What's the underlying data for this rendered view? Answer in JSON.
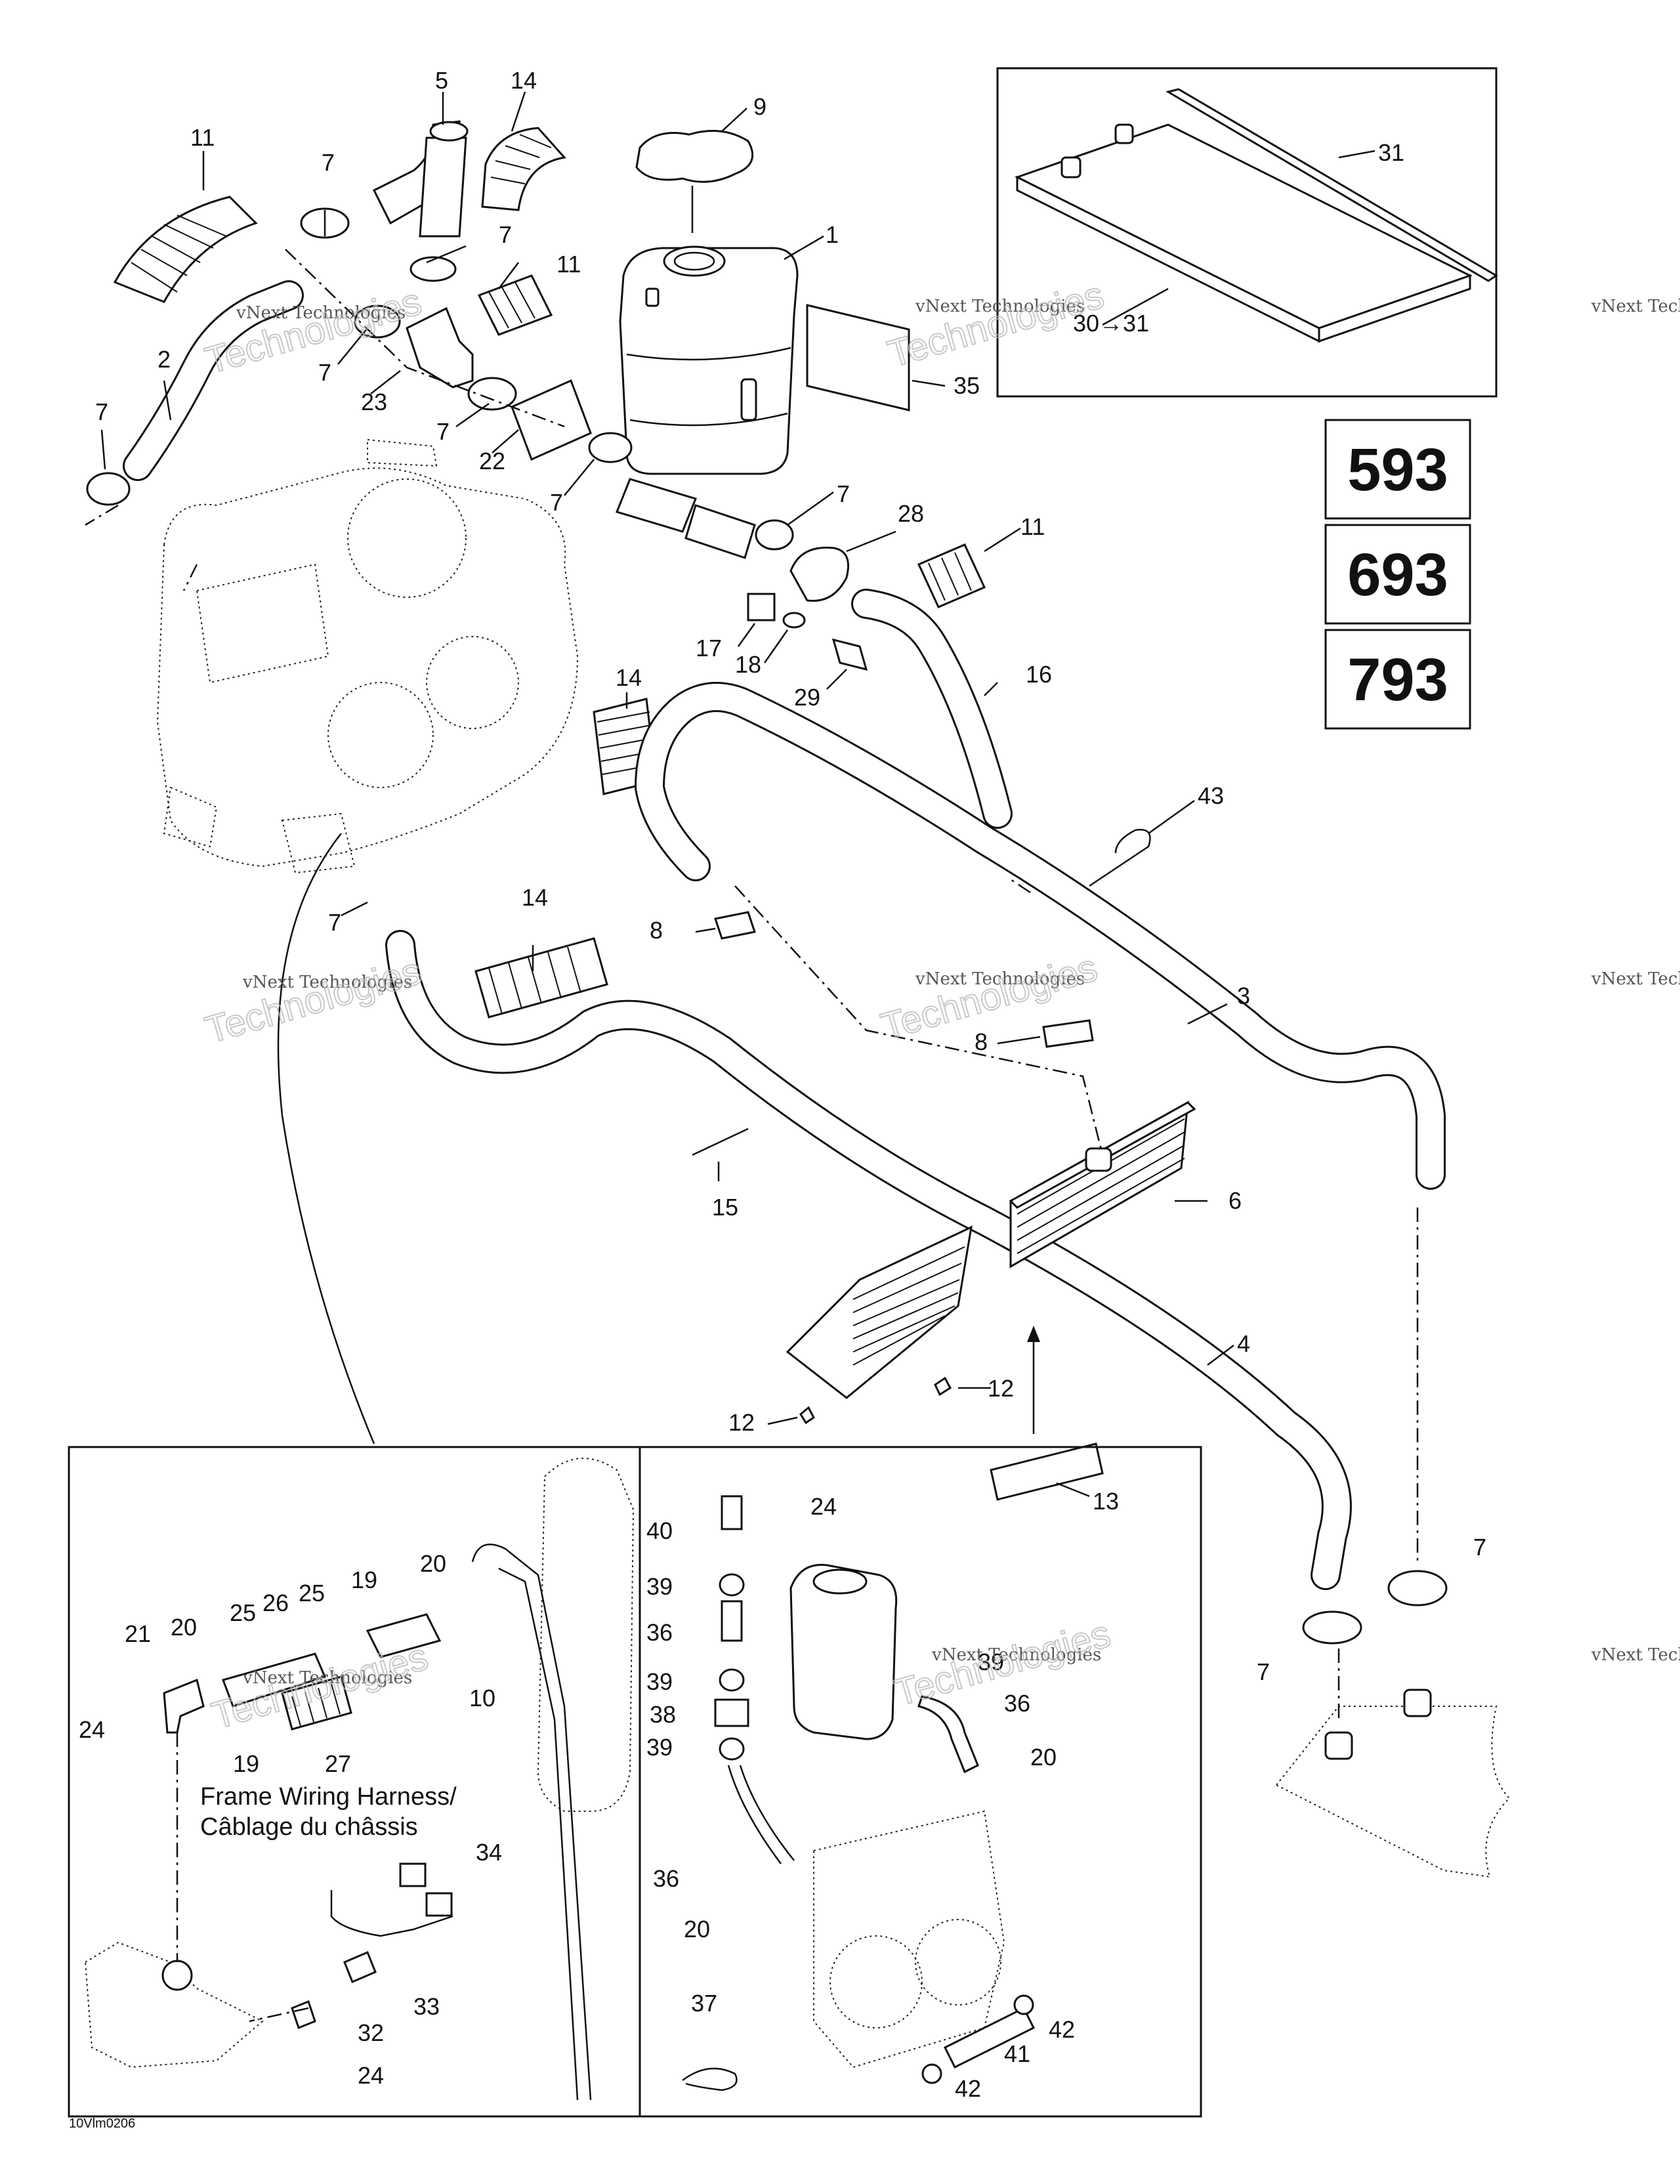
{
  "diagram": {
    "model_codes": [
      "593",
      "693",
      "793"
    ],
    "wiring_label_line1": "Frame Wiring Harness/",
    "wiring_label_line2": "Câblage du châssis",
    "drawing_code": "10Vlm0206",
    "watermark_line1": "vNext Technologies",
    "watermark_line2": "Technologies"
  },
  "callouts": [
    {
      "id": "c-1",
      "text": "1"
    },
    {
      "id": "c-2",
      "text": "2"
    },
    {
      "id": "c-3",
      "text": "3"
    },
    {
      "id": "c-4",
      "text": "4"
    },
    {
      "id": "c-5",
      "text": "5"
    },
    {
      "id": "c-6",
      "text": "6"
    },
    {
      "id": "c-7a",
      "text": "7"
    },
    {
      "id": "c-7b",
      "text": "7"
    },
    {
      "id": "c-7c",
      "text": "7"
    },
    {
      "id": "c-7d",
      "text": "7"
    },
    {
      "id": "c-7e",
      "text": "7"
    },
    {
      "id": "c-7f",
      "text": "7"
    },
    {
      "id": "c-7g",
      "text": "7"
    },
    {
      "id": "c-7h",
      "text": "7"
    },
    {
      "id": "c-7i",
      "text": "7"
    },
    {
      "id": "c-7j",
      "text": "7"
    },
    {
      "id": "c-8a",
      "text": "8"
    },
    {
      "id": "c-8b",
      "text": "8"
    },
    {
      "id": "c-9",
      "text": "9"
    },
    {
      "id": "c-10",
      "text": "10"
    },
    {
      "id": "c-11a",
      "text": "11"
    },
    {
      "id": "c-11b",
      "text": "11"
    },
    {
      "id": "c-11c",
      "text": "11"
    },
    {
      "id": "c-12a",
      "text": "12"
    },
    {
      "id": "c-12b",
      "text": "12"
    },
    {
      "id": "c-13",
      "text": "13"
    },
    {
      "id": "c-14a",
      "text": "14"
    },
    {
      "id": "c-14b",
      "text": "14"
    },
    {
      "id": "c-14c",
      "text": "14"
    },
    {
      "id": "c-15",
      "text": "15"
    },
    {
      "id": "c-16",
      "text": "16"
    },
    {
      "id": "c-17",
      "text": "17"
    },
    {
      "id": "c-18",
      "text": "18"
    },
    {
      "id": "c-19a",
      "text": "19"
    },
    {
      "id": "c-19b",
      "text": "19"
    },
    {
      "id": "c-20a",
      "text": "20"
    },
    {
      "id": "c-20b",
      "text": "20"
    },
    {
      "id": "c-20c",
      "text": "20"
    },
    {
      "id": "c-20d",
      "text": "20"
    },
    {
      "id": "c-21",
      "text": "21"
    },
    {
      "id": "c-22",
      "text": "22"
    },
    {
      "id": "c-23",
      "text": "23"
    },
    {
      "id": "c-24a",
      "text": "24"
    },
    {
      "id": "c-24b",
      "text": "24"
    },
    {
      "id": "c-24c",
      "text": "24"
    },
    {
      "id": "c-25a",
      "text": "25"
    },
    {
      "id": "c-25b",
      "text": "25"
    },
    {
      "id": "c-26",
      "text": "26"
    },
    {
      "id": "c-27",
      "text": "27"
    },
    {
      "id": "c-28",
      "text": "28"
    },
    {
      "id": "c-29",
      "text": "29"
    },
    {
      "id": "c-30",
      "text": "30→31"
    },
    {
      "id": "c-31",
      "text": "31"
    },
    {
      "id": "c-32",
      "text": "32"
    },
    {
      "id": "c-33",
      "text": "33"
    },
    {
      "id": "c-34",
      "text": "34"
    },
    {
      "id": "c-35",
      "text": "35"
    },
    {
      "id": "c-36a",
      "text": "36"
    },
    {
      "id": "c-36b",
      "text": "36"
    },
    {
      "id": "c-36c",
      "text": "36"
    },
    {
      "id": "c-37",
      "text": "37"
    },
    {
      "id": "c-38",
      "text": "38"
    },
    {
      "id": "c-39a",
      "text": "39"
    },
    {
      "id": "c-39b",
      "text": "39"
    },
    {
      "id": "c-39c",
      "text": "39"
    },
    {
      "id": "c-39d",
      "text": "39"
    },
    {
      "id": "c-40",
      "text": "40"
    },
    {
      "id": "c-41",
      "text": "41"
    },
    {
      "id": "c-42a",
      "text": "42"
    },
    {
      "id": "c-42b",
      "text": "42"
    },
    {
      "id": "c-43",
      "text": "43"
    }
  ]
}
